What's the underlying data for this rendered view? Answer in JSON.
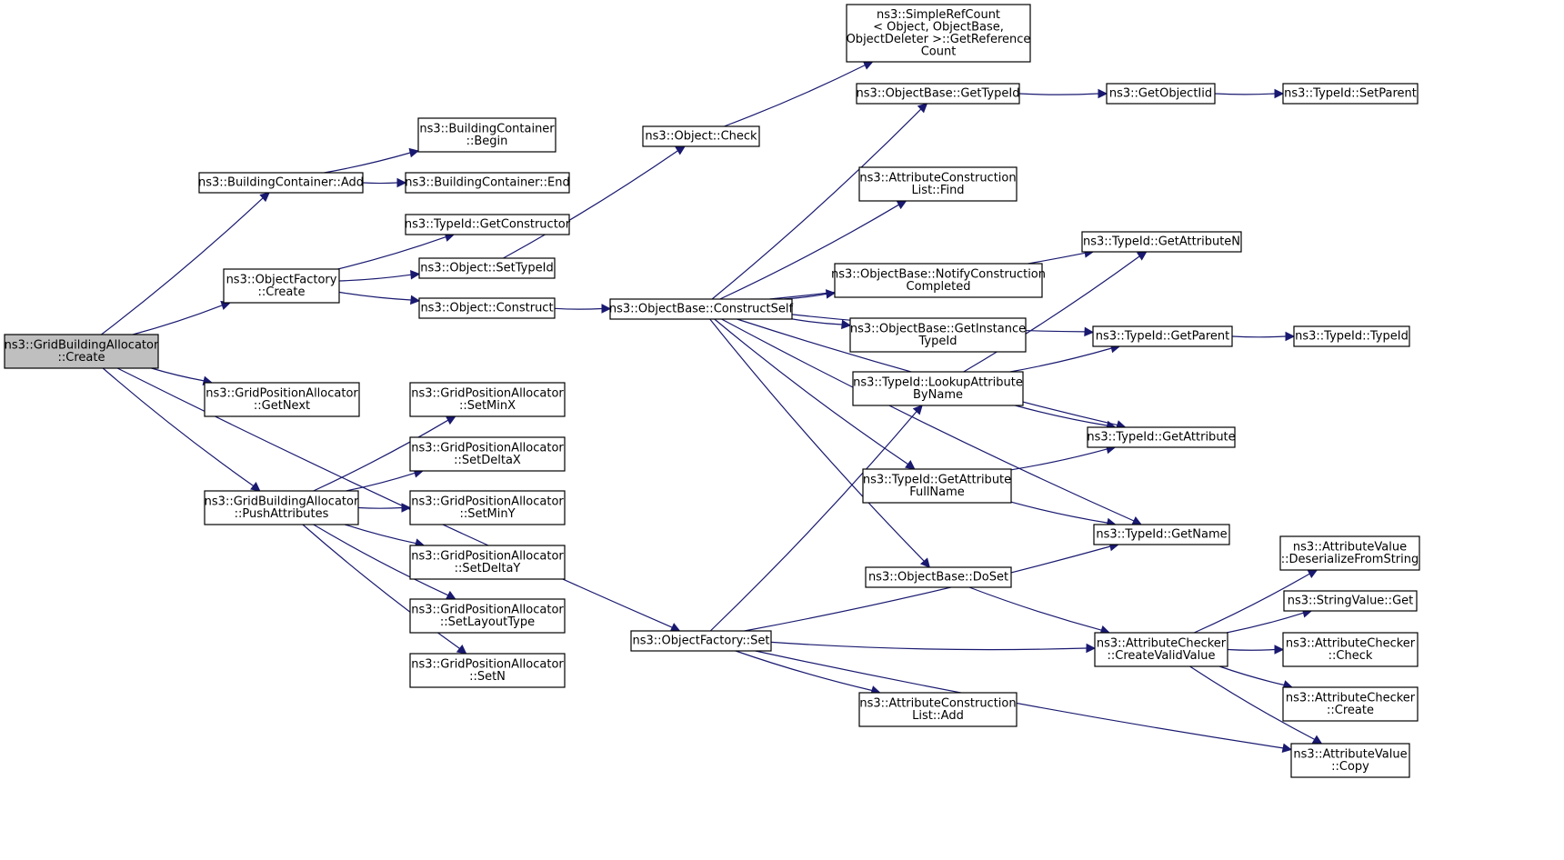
{
  "diagram": {
    "nodes": [
      {
        "id": "root",
        "lines": [
          "ns3::GridBuildingAllocator",
          "::Create"
        ],
        "highlight": true
      },
      {
        "id": "bc_add",
        "lines": [
          "ns3::BuildingContainer::Add"
        ]
      },
      {
        "id": "bc_begin",
        "lines": [
          "ns3::BuildingContainer",
          "::Begin"
        ]
      },
      {
        "id": "bc_end",
        "lines": [
          "ns3::BuildingContainer::End"
        ]
      },
      {
        "id": "of_create",
        "lines": [
          "ns3::ObjectFactory",
          "::Create"
        ]
      },
      {
        "id": "tid_getconstructor",
        "lines": [
          "ns3::TypeId::GetConstructor"
        ]
      },
      {
        "id": "obj_settypeid",
        "lines": [
          "ns3::Object::SetTypeId"
        ]
      },
      {
        "id": "obj_construct",
        "lines": [
          "ns3::Object::Construct"
        ]
      },
      {
        "id": "obj_check",
        "lines": [
          "ns3::Object::Check"
        ]
      },
      {
        "id": "src_getref",
        "lines": [
          "ns3::SimpleRefCount",
          "< Object, ObjectBase,",
          "ObjectDeleter >::GetReference",
          "Count"
        ]
      },
      {
        "id": "ob_constructself",
        "lines": [
          "ns3::ObjectBase::ConstructSelf"
        ]
      },
      {
        "id": "ob_gettypeid",
        "lines": [
          "ns3::ObjectBase::GetTypeId"
        ]
      },
      {
        "id": "getobjectiid",
        "lines": [
          "ns3::GetObjectIid"
        ]
      },
      {
        "id": "tid_setparent",
        "lines": [
          "ns3::TypeId::SetParent"
        ]
      },
      {
        "id": "acl_find",
        "lines": [
          "ns3::AttributeConstruction",
          "List::Find"
        ]
      },
      {
        "id": "tid_getattributen",
        "lines": [
          "ns3::TypeId::GetAttributeN"
        ]
      },
      {
        "id": "ob_notify",
        "lines": [
          "ns3::ObjectBase::NotifyConstruction",
          "Completed"
        ]
      },
      {
        "id": "ob_getinstance",
        "lines": [
          "ns3::ObjectBase::GetInstance",
          "TypeId"
        ]
      },
      {
        "id": "tid_getparent",
        "lines": [
          "ns3::TypeId::GetParent"
        ]
      },
      {
        "id": "tid_typeid",
        "lines": [
          "ns3::TypeId::TypeId"
        ]
      },
      {
        "id": "tid_lookup",
        "lines": [
          "ns3::TypeId::LookupAttribute",
          "ByName"
        ]
      },
      {
        "id": "tid_getattribute",
        "lines": [
          "ns3::TypeId::GetAttribute"
        ]
      },
      {
        "id": "tid_getattrfullname",
        "lines": [
          "ns3::TypeId::GetAttribute",
          "FullName"
        ]
      },
      {
        "id": "tid_getname",
        "lines": [
          "ns3::TypeId::GetName"
        ]
      },
      {
        "id": "ob_doset",
        "lines": [
          "ns3::ObjectBase::DoSet"
        ]
      },
      {
        "id": "gpa_getnext",
        "lines": [
          "ns3::GridPositionAllocator",
          "::GetNext"
        ]
      },
      {
        "id": "gba_push",
        "lines": [
          "ns3::GridBuildingAllocator",
          "::PushAttributes"
        ]
      },
      {
        "id": "gpa_setminx",
        "lines": [
          "ns3::GridPositionAllocator",
          "::SetMinX"
        ]
      },
      {
        "id": "gpa_setdeltax",
        "lines": [
          "ns3::GridPositionAllocator",
          "::SetDeltaX"
        ]
      },
      {
        "id": "gpa_setminy",
        "lines": [
          "ns3::GridPositionAllocator",
          "::SetMinY"
        ]
      },
      {
        "id": "gpa_setdeltay",
        "lines": [
          "ns3::GridPositionAllocator",
          "::SetDeltaY"
        ]
      },
      {
        "id": "gpa_setlayout",
        "lines": [
          "ns3::GridPositionAllocator",
          "::SetLayoutType"
        ]
      },
      {
        "id": "gpa_setn",
        "lines": [
          "ns3::GridPositionAllocator",
          "::SetN"
        ]
      },
      {
        "id": "of_set",
        "lines": [
          "ns3::ObjectFactory::Set"
        ]
      },
      {
        "id": "acl_add",
        "lines": [
          "ns3::AttributeConstruction",
          "List::Add"
        ]
      },
      {
        "id": "ac_createvalid",
        "lines": [
          "ns3::AttributeChecker",
          "::CreateValidValue"
        ]
      },
      {
        "id": "av_deserialize",
        "lines": [
          "ns3::AttributeValue",
          "::DeserializeFromString"
        ]
      },
      {
        "id": "sv_get",
        "lines": [
          "ns3::StringValue::Get"
        ]
      },
      {
        "id": "ac_check",
        "lines": [
          "ns3::AttributeChecker",
          "::Check"
        ]
      },
      {
        "id": "ac_create",
        "lines": [
          "ns3::AttributeChecker",
          "::Create"
        ]
      },
      {
        "id": "av_copy",
        "lines": [
          "ns3::AttributeValue",
          "::Copy"
        ]
      }
    ],
    "edges": [
      {
        "from": "root",
        "to": "bc_add"
      },
      {
        "from": "root",
        "to": "of_create"
      },
      {
        "from": "root",
        "to": "gpa_getnext"
      },
      {
        "from": "root",
        "to": "gba_push"
      },
      {
        "from": "root",
        "to": "of_set"
      },
      {
        "from": "bc_add",
        "to": "bc_begin"
      },
      {
        "from": "bc_add",
        "to": "bc_end"
      },
      {
        "from": "of_create",
        "to": "tid_getconstructor"
      },
      {
        "from": "of_create",
        "to": "obj_settypeid"
      },
      {
        "from": "of_create",
        "to": "obj_construct"
      },
      {
        "from": "obj_settypeid",
        "to": "obj_check"
      },
      {
        "from": "obj_check",
        "to": "src_getref"
      },
      {
        "from": "obj_construct",
        "to": "ob_constructself"
      },
      {
        "from": "ob_constructself",
        "to": "ob_gettypeid"
      },
      {
        "from": "ob_constructself",
        "to": "tid_getattributen"
      },
      {
        "from": "ob_constructself",
        "to": "acl_find"
      },
      {
        "from": "ob_constructself",
        "to": "tid_getparent"
      },
      {
        "from": "ob_constructself",
        "to": "ob_notify"
      },
      {
        "from": "ob_constructself",
        "to": "ob_getinstance"
      },
      {
        "from": "ob_constructself",
        "to": "tid_getattribute"
      },
      {
        "from": "ob_constructself",
        "to": "tid_getattrfullname"
      },
      {
        "from": "ob_constructself",
        "to": "tid_getname"
      },
      {
        "from": "ob_constructself",
        "to": "ob_doset"
      },
      {
        "from": "ob_gettypeid",
        "to": "getobjectiid"
      },
      {
        "from": "getobjectiid",
        "to": "tid_setparent"
      },
      {
        "from": "tid_getparent",
        "to": "tid_typeid"
      },
      {
        "from": "tid_lookup",
        "to": "tid_getattributen"
      },
      {
        "from": "tid_lookup",
        "to": "tid_getparent"
      },
      {
        "from": "tid_lookup",
        "to": "tid_getattribute"
      },
      {
        "from": "tid_getattrfullname",
        "to": "tid_getattribute"
      },
      {
        "from": "tid_getattrfullname",
        "to": "tid_getname"
      },
      {
        "from": "ob_doset",
        "to": "ac_createvalid"
      },
      {
        "from": "gba_push",
        "to": "gpa_setminx"
      },
      {
        "from": "gba_push",
        "to": "gpa_setdeltax"
      },
      {
        "from": "gba_push",
        "to": "gpa_setminy"
      },
      {
        "from": "gba_push",
        "to": "gpa_setdeltay"
      },
      {
        "from": "gba_push",
        "to": "gpa_setlayout"
      },
      {
        "from": "gba_push",
        "to": "gpa_setn"
      },
      {
        "from": "of_set",
        "to": "tid_lookup"
      },
      {
        "from": "of_set",
        "to": "tid_getname"
      },
      {
        "from": "of_set",
        "to": "ac_createvalid"
      },
      {
        "from": "of_set",
        "to": "acl_add"
      },
      {
        "from": "of_set",
        "to": "av_copy"
      },
      {
        "from": "ac_createvalid",
        "to": "av_deserialize"
      },
      {
        "from": "ac_createvalid",
        "to": "sv_get"
      },
      {
        "from": "ac_createvalid",
        "to": "ac_check"
      },
      {
        "from": "ac_createvalid",
        "to": "ac_create"
      },
      {
        "from": "ac_createvalid",
        "to": "av_copy"
      }
    ],
    "colors": {
      "edge": "#191970",
      "node_border": "#000000",
      "node_fill": "#ffffff",
      "highlight_fill": "#bfbfbf"
    }
  }
}
